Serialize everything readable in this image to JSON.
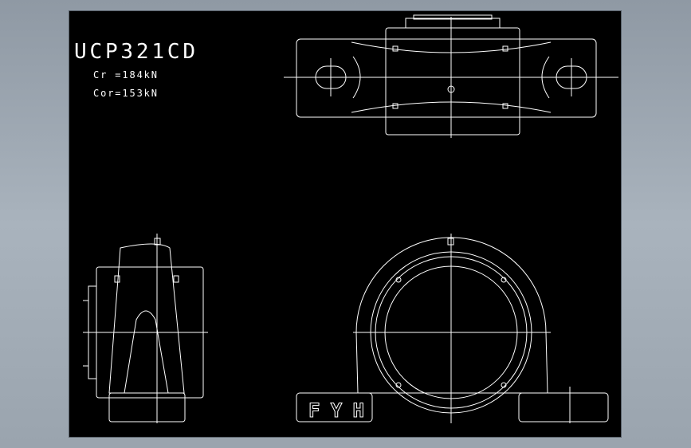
{
  "drawing": {
    "title": "UCP321CD",
    "cr_label": "Cr =184kN",
    "cor_label": "Cor=153kN",
    "brand": "FYH",
    "line_color": "#ffffff",
    "background_color": "#000000"
  }
}
